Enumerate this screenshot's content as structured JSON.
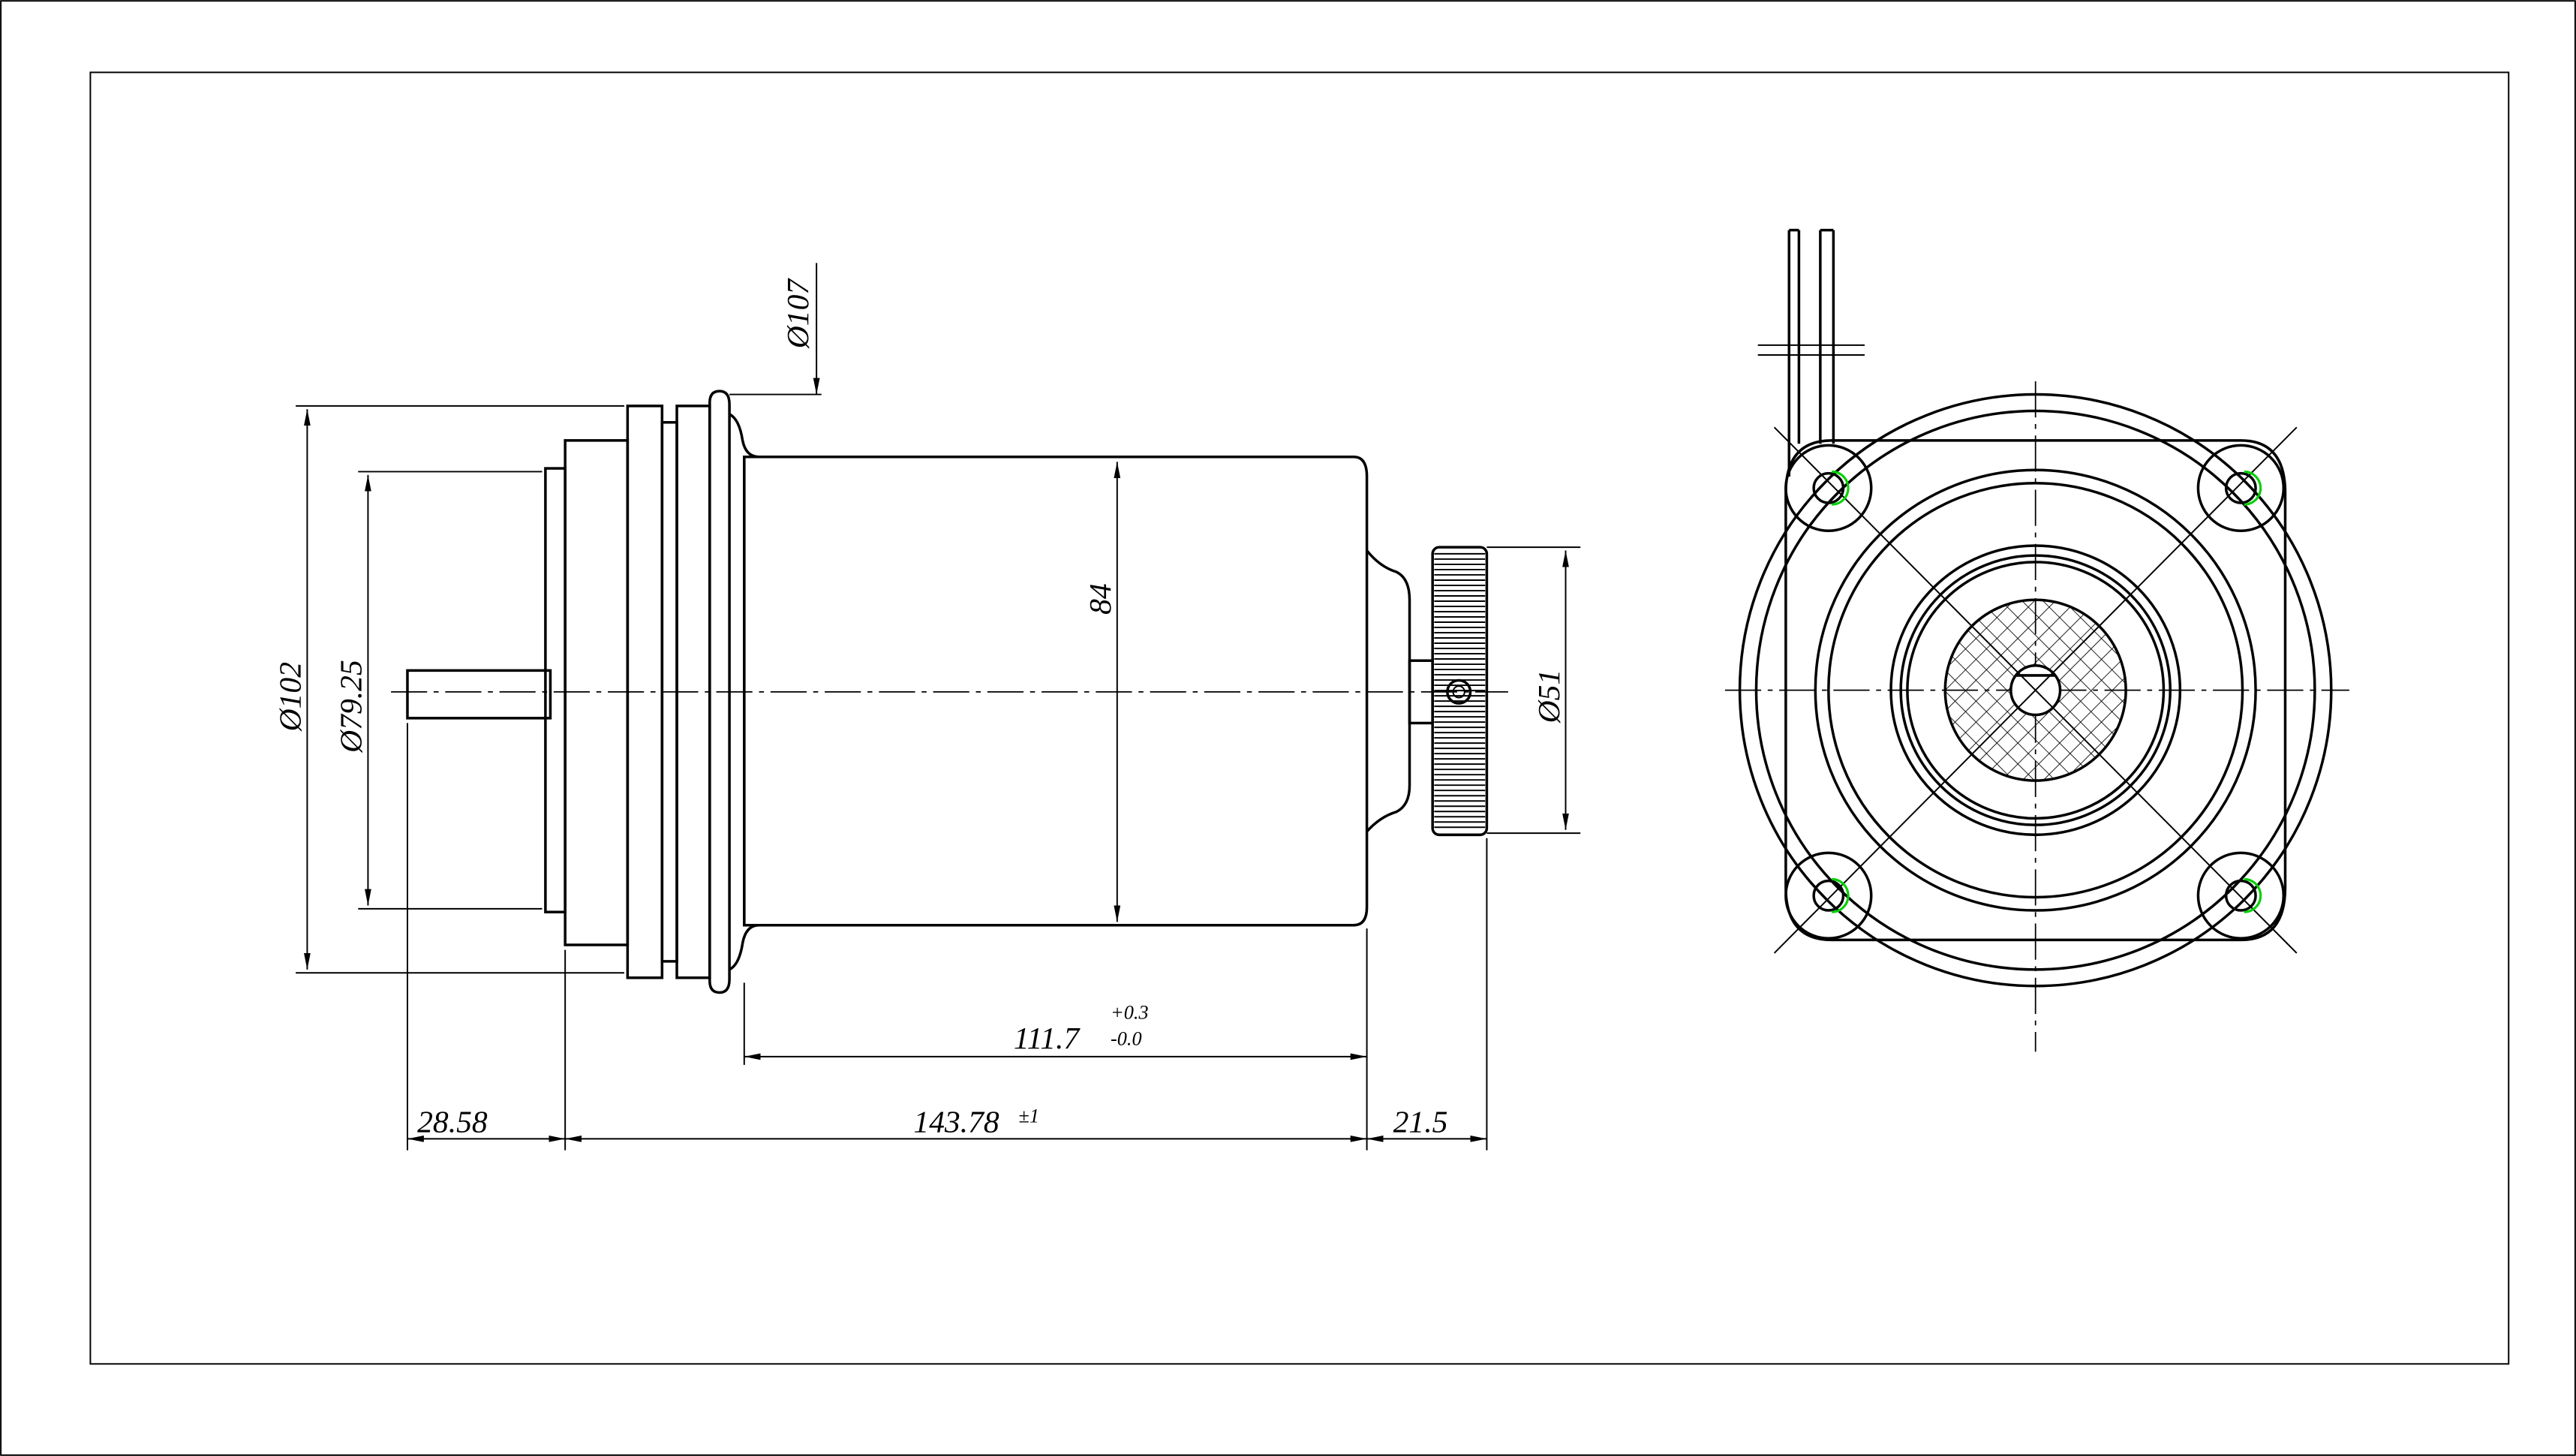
{
  "drawing": {
    "title": "Motor outline drawing",
    "dimensions": {
      "dia_flange": "Ø107",
      "dia_housing": "Ø102",
      "dia_pilot": "Ø79.25",
      "body_dia": "84",
      "knob_dia": "Ø51",
      "body_length": "111.7",
      "body_length_tol_plus": "+0.3",
      "body_length_tol_minus": "-0.0",
      "total_length": "143.78",
      "total_length_tol": "±1",
      "shaft_length": "28.58",
      "knob_length": "21.5"
    },
    "colors": {
      "line": "#000000",
      "highlight": "#00d000",
      "background": "#ffffff"
    }
  }
}
